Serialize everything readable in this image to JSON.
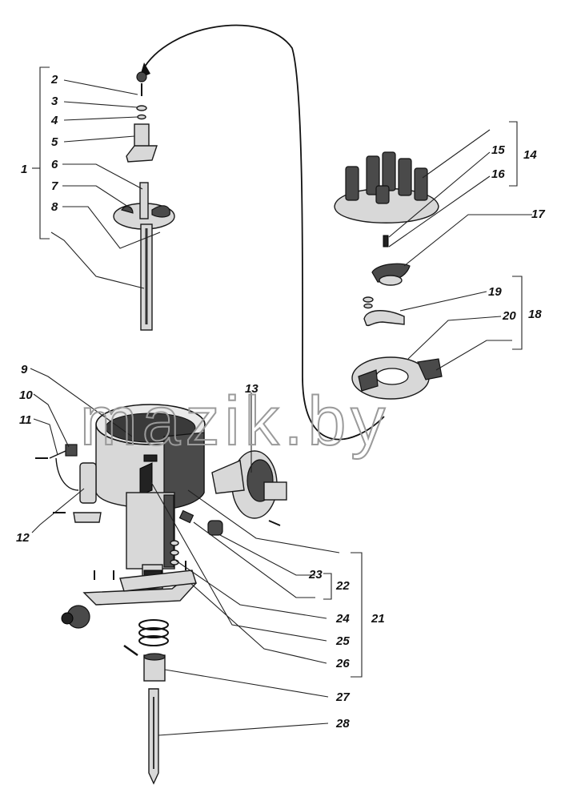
{
  "watermark": "mazik.by",
  "labels": {
    "l1": "1",
    "l2": "2",
    "l3": "3",
    "l4": "4",
    "l5": "5",
    "l6": "6",
    "l7": "7",
    "l8": "8",
    "l9": "9",
    "l10": "10",
    "l11": "11",
    "l12": "12",
    "l13": "13",
    "l14": "14",
    "l15": "15",
    "l16": "16",
    "l17": "17",
    "l18": "18",
    "l19": "19",
    "l20": "20",
    "l21": "21",
    "l22": "22",
    "l23": "23",
    "l24": "24",
    "l25": "25",
    "l26": "26",
    "l27": "27",
    "l28": "28"
  }
}
